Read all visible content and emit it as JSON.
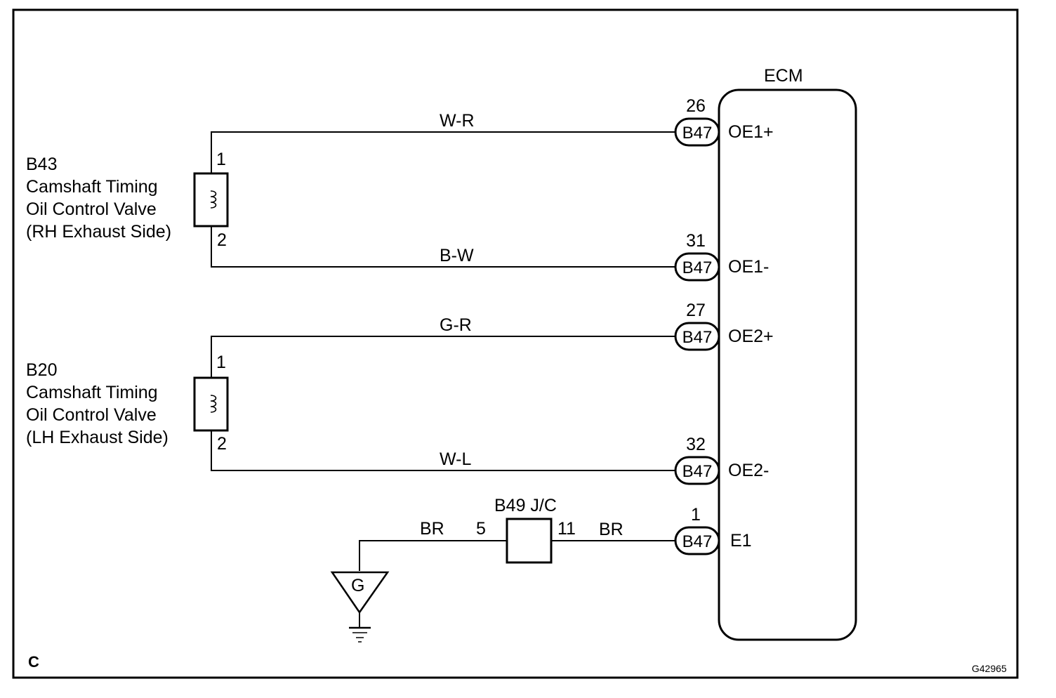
{
  "corner_label": "C",
  "figure_id": "G42965",
  "ecm": {
    "label": "ECM"
  },
  "components": [
    {
      "id": "B43",
      "lines": [
        "Camshaft Timing",
        "Oil Control Valve",
        "(RH Exhaust Side)"
      ],
      "pin_top": "1",
      "pin_bottom": "2"
    },
    {
      "id": "B20",
      "lines": [
        "Camshaft Timing",
        "Oil Control Valve",
        "(LH Exhaust Side)"
      ],
      "pin_top": "1",
      "pin_bottom": "2"
    }
  ],
  "wires": [
    {
      "color": "W-R",
      "connector": "B47",
      "pin": "26",
      "terminal": "OE1+"
    },
    {
      "color": "B-W",
      "connector": "B47",
      "pin": "31",
      "terminal": "OE1-"
    },
    {
      "color": "G-R",
      "connector": "B47",
      "pin": "27",
      "terminal": "OE2+"
    },
    {
      "color": "W-L",
      "connector": "B47",
      "pin": "32",
      "terminal": "OE2-"
    },
    {
      "color": "BR",
      "connector": "B47",
      "pin": "1",
      "terminal": "E1"
    }
  ],
  "junction": {
    "label": "B49 J/C",
    "pin_left": "5",
    "pin_right": "11",
    "wire_left": "BR"
  },
  "ground": {
    "label": "G"
  }
}
